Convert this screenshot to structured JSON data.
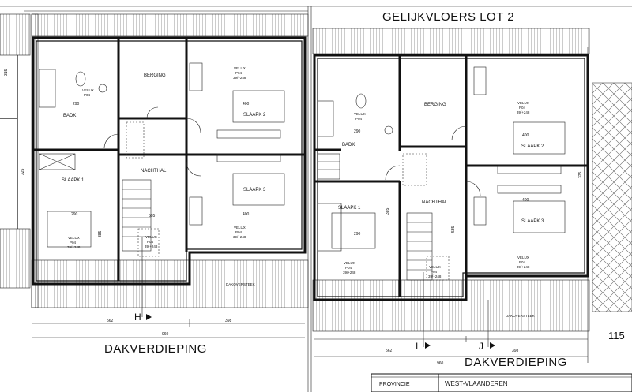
{
  "titles": {
    "ground_floor_lot": "GELIJKVLOERS   LOT 2",
    "attic_left": "DAKVERDIEPING",
    "attic_right": "DAKVERDIEPING"
  },
  "rooms_left": {
    "berging": "BERGING",
    "slaapk2": "SLAAPK 2",
    "slaapk3": "SLAAPK 3",
    "slaapk1": "SLAAPK 1",
    "nachthal": "NACHTHAL",
    "badk": "BADK",
    "dakoversteek": "DAKOVERSTEEK"
  },
  "rooms_right": {
    "berging": "BERGING",
    "slaapk2": "SLAAPK 2",
    "slaapk3": "SLAAPK 3",
    "slaapk1": "SLAAPK 1",
    "nachthal": "NACHTHAL",
    "badk": "BADK",
    "dakoversteek": "DAKOVERSTEEK"
  },
  "velux": {
    "label": "VELUX",
    "type": "P04",
    "size": "39/+248"
  },
  "dims_left": {
    "overall": "960",
    "seg1": "562",
    "seg2": "398",
    "d290a": "290",
    "d290b": "290",
    "d400a": "400",
    "d400b": "400",
    "d325": "325",
    "d385": "385",
    "d505": "505",
    "d315": "315"
  },
  "dims_right": {
    "overall": "960",
    "seg1": "562",
    "seg2": "398",
    "d290a": "290",
    "d290b": "290",
    "d400a": "400",
    "d400b": "400",
    "d325": "325",
    "d385": "385",
    "d535": "535"
  },
  "section_marks": {
    "h": "H",
    "i": "I",
    "j": "J"
  },
  "edge_number": "115",
  "info_table": {
    "label": "PROVINCIE",
    "value": "WEST-VLAANDEREN"
  }
}
